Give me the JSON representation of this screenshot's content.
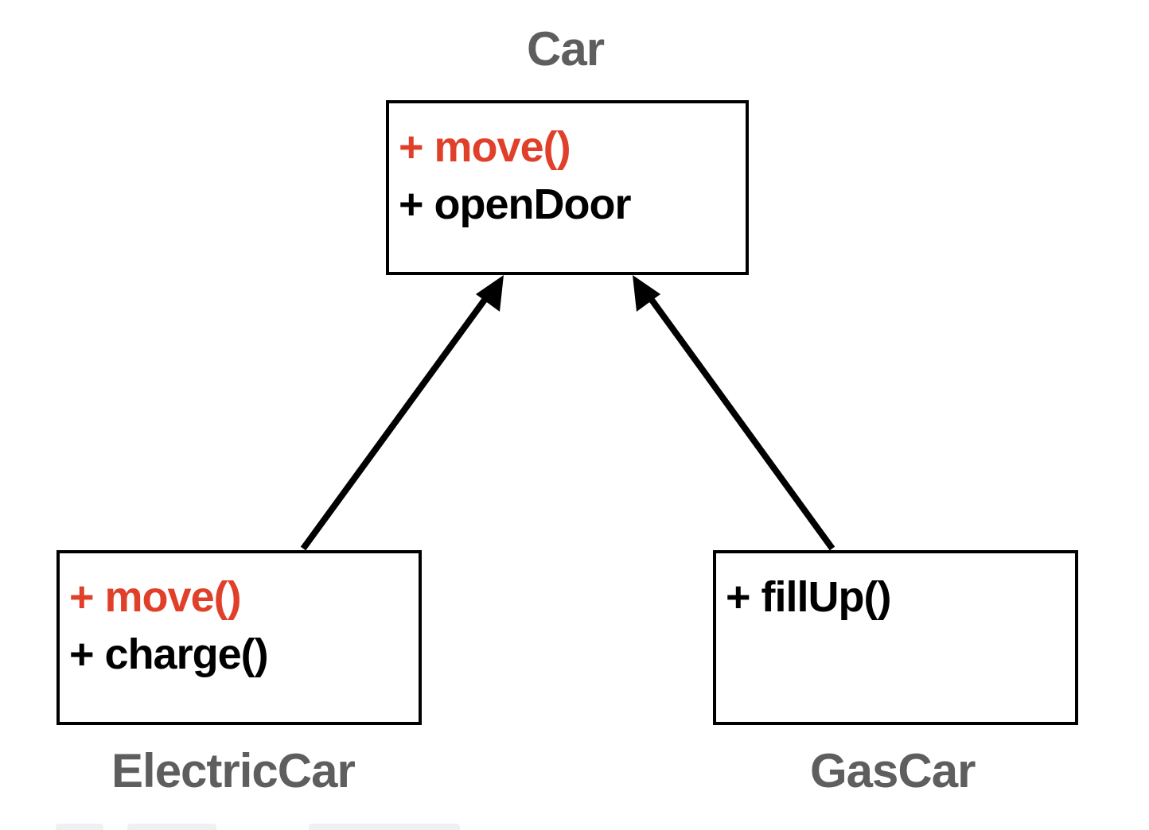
{
  "classes": {
    "car": {
      "name": "Car",
      "methods": [
        {
          "text": "+ move()",
          "highlight": true
        },
        {
          "text": "+ openDoor",
          "highlight": false
        }
      ]
    },
    "electric_car": {
      "name": "ElectricCar",
      "methods": [
        {
          "text": "+ move()",
          "highlight": true
        },
        {
          "text": "+ charge()",
          "highlight": false
        }
      ]
    },
    "gas_car": {
      "name": "GasCar",
      "methods": [
        {
          "text": "+ fillUp()",
          "highlight": false
        }
      ]
    }
  },
  "relationships": [
    {
      "from": "ElectricCar",
      "to": "Car",
      "type": "inheritance-arrow"
    },
    {
      "from": "GasCar",
      "to": "Car",
      "type": "inheritance-arrow"
    }
  ],
  "colors": {
    "highlight": "#e0402a",
    "text": "#000000",
    "title": "#5e5e5e",
    "border": "#000000"
  }
}
